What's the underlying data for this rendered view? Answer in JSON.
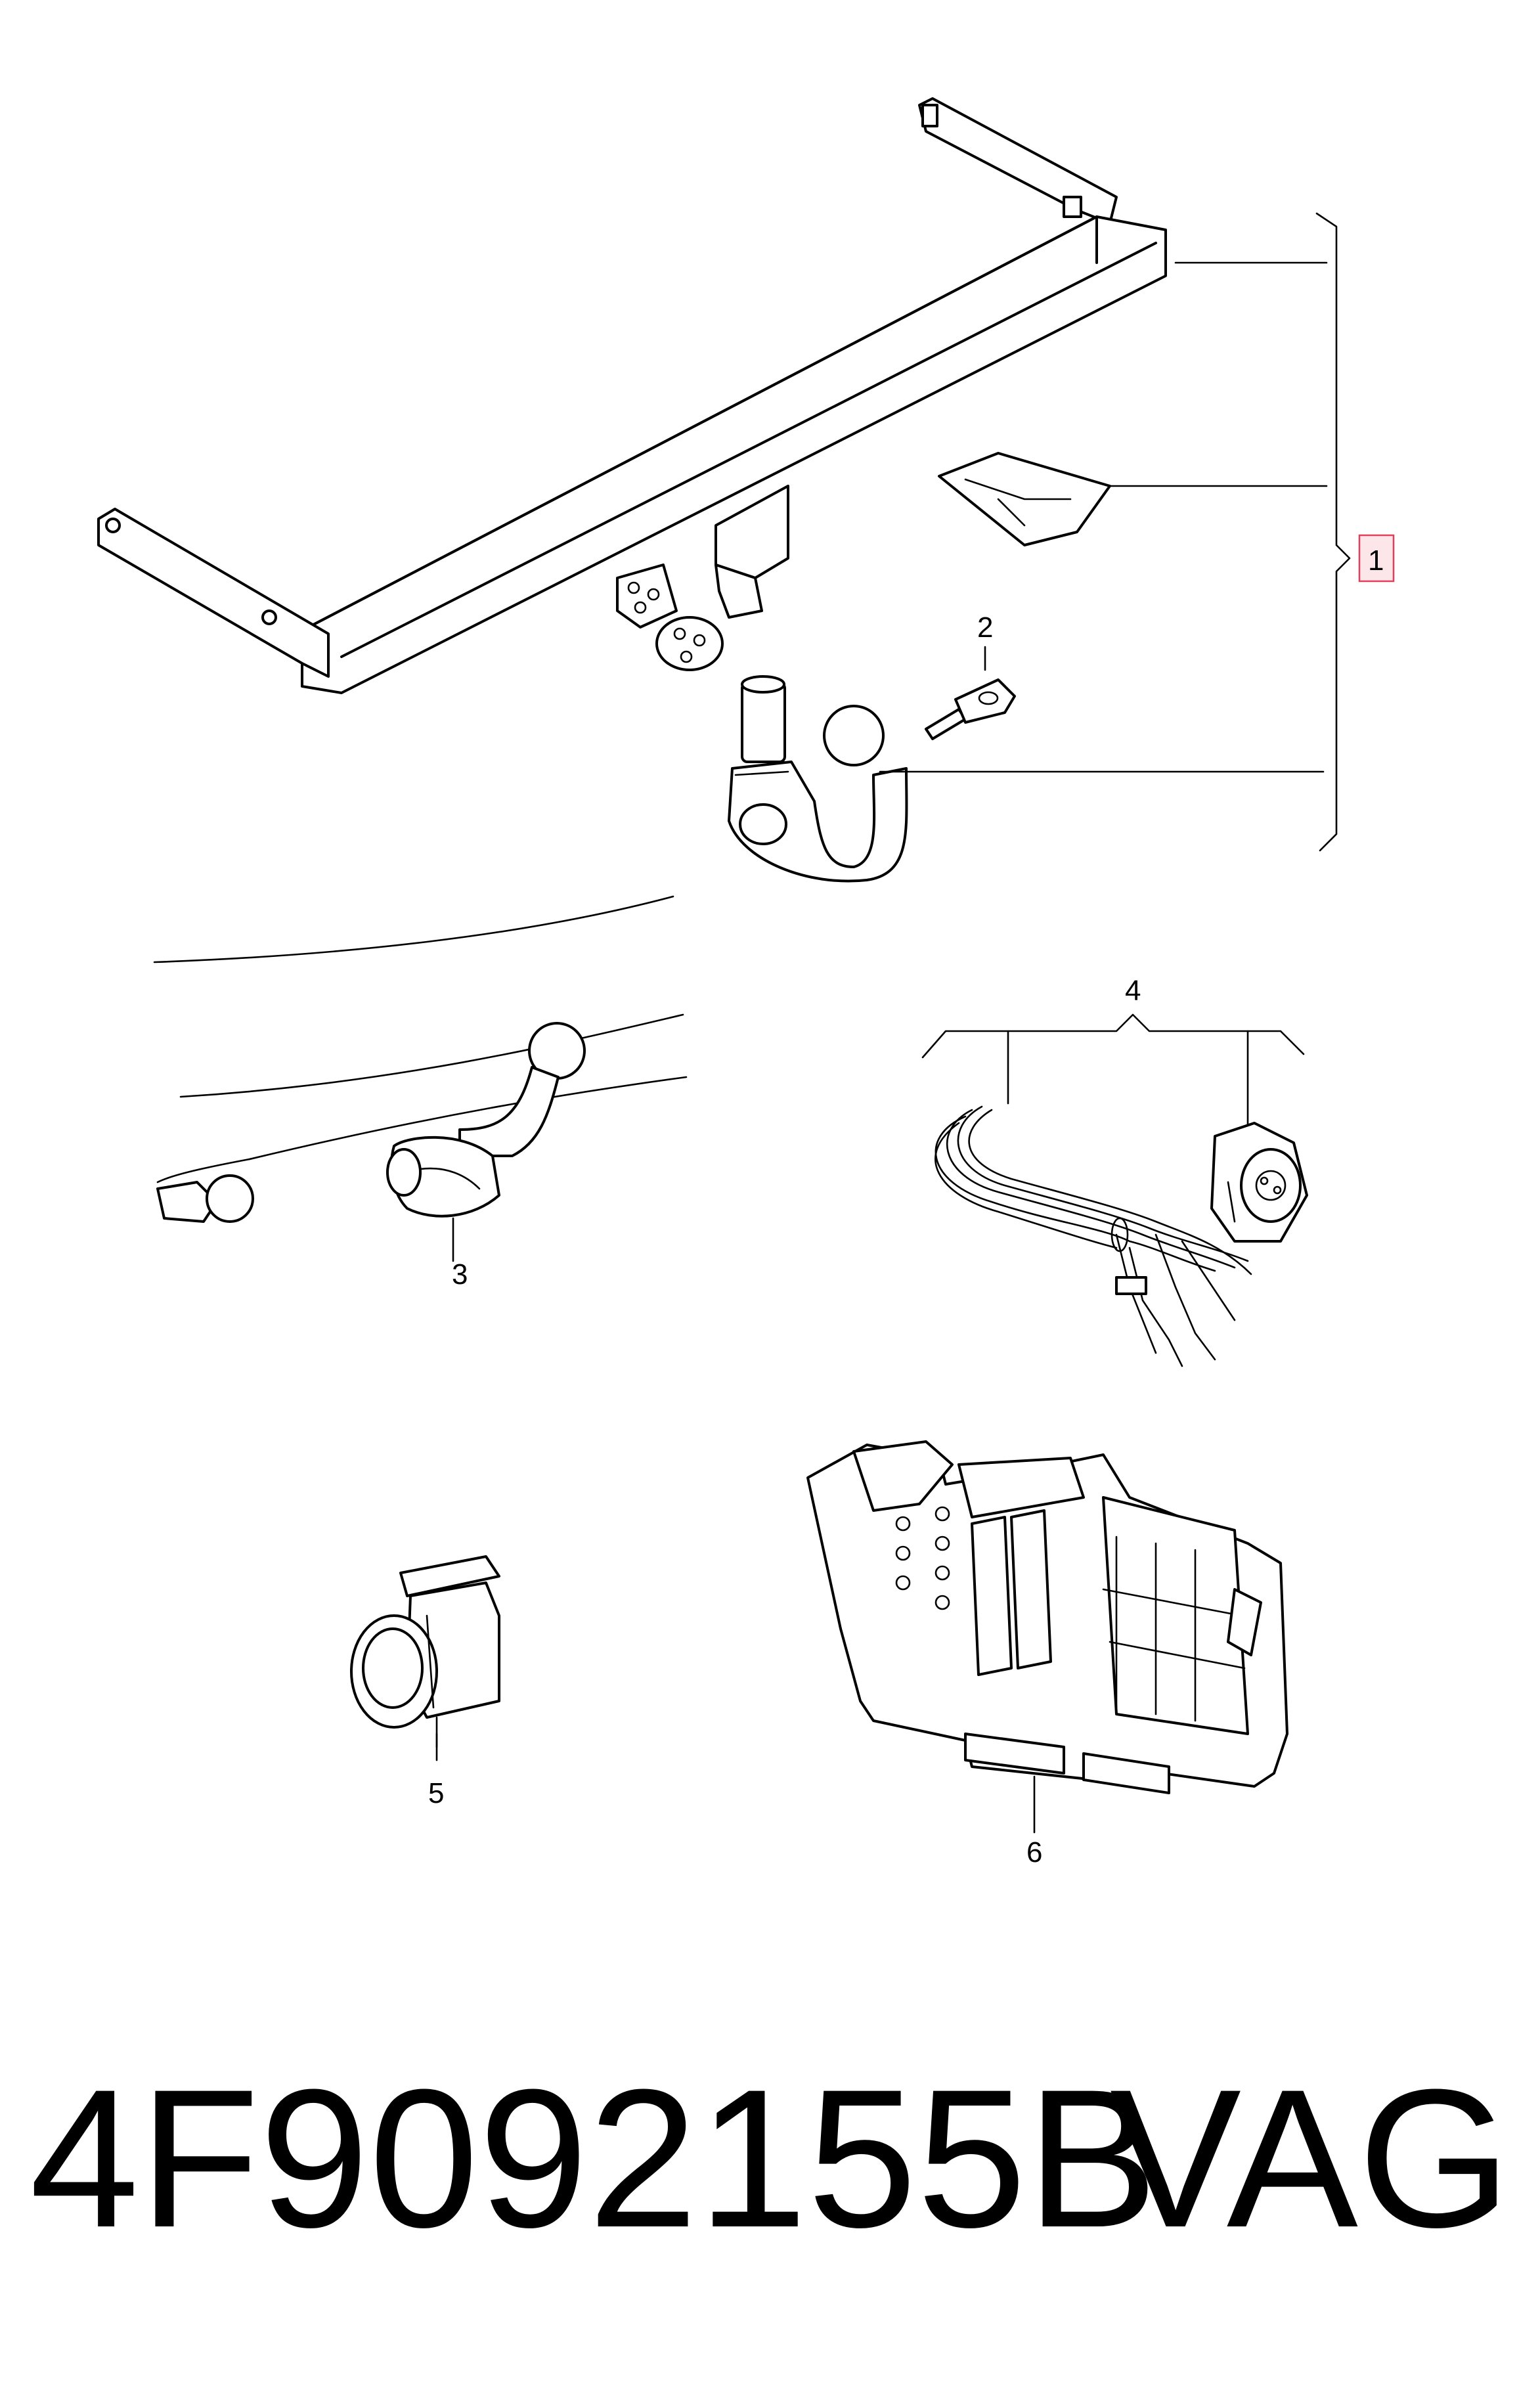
{
  "callouts": {
    "c1": "1",
    "c2": "2",
    "c3": "3",
    "c4": "4",
    "c5": "5",
    "c6": "6"
  },
  "highlight_color": "#e0405a",
  "footer": {
    "part_number": "4F9092155B",
    "brand": "VAG"
  }
}
